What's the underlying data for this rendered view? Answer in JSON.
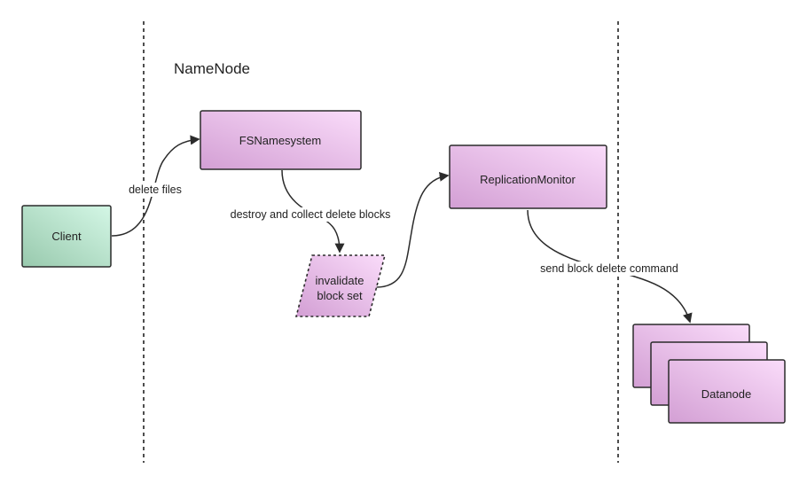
{
  "diagram": {
    "region_title": "NameNode",
    "nodes": {
      "client": "Client",
      "fsnamesystem": "FSNamesystem",
      "invalidate_line1": "invalidate",
      "invalidate_line2": "block set",
      "replication_monitor": "ReplicationMonitor",
      "datanode": "Datanode"
    },
    "edges": {
      "client_to_fsnamesystem": "delete files",
      "fsnamesystem_to_invalidate": "destroy and collect delete blocks",
      "monitor_to_datanode": "send block delete command"
    },
    "colors": {
      "client_fill_start": "#cff5e2",
      "client_fill_end": "#9bcbb0",
      "process_fill_start": "#f8d8f8",
      "process_fill_end": "#d6a2d6",
      "stroke": "#2b2b2b"
    }
  }
}
